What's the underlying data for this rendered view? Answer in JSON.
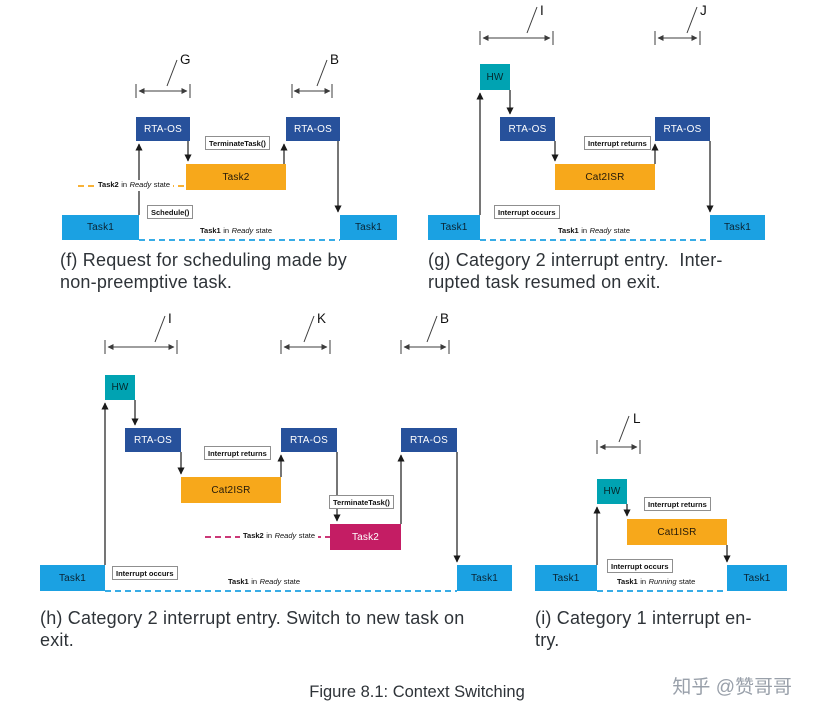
{
  "figure": {
    "caption": "Figure 8.1: Context Switching",
    "watermark": "知乎 @赞哥哥"
  },
  "labels": {
    "task1": "Task1",
    "task2": "Task2",
    "rtaos": "RTA-OS",
    "hw": "HW",
    "cat2isr": "Cat2ISR",
    "cat1isr": "Cat1ISR",
    "schedule": "Schedule()",
    "terminate_task": "TerminateTask()",
    "interrupt_occurs": "Interrupt occurs",
    "interrupt_returns": "Interrupt returns"
  },
  "states": {
    "task2_ready": {
      "task": "Task2",
      "conn": "in",
      "state": "Ready",
      "suffix": "state"
    },
    "task1_ready": {
      "task": "Task1",
      "conn": "in",
      "state": "Ready",
      "suffix": "state"
    },
    "task1_running": {
      "task": "Task1",
      "conn": "in",
      "state": "Running",
      "suffix": "state"
    }
  },
  "markers": {
    "g": "G",
    "b": "B",
    "i": "I",
    "j": "J",
    "k": "K",
    "l": "L"
  },
  "captions": {
    "f": "(f) Request for scheduling made by\nnon-preemptive task.",
    "g": "(g) Category 2 interrupt entry.  Inter-\nrupted task resumed on exit.",
    "h": "(h) Category 2 interrupt entry. Switch to new task on\nexit.",
    "i": "(i) Category 1 interrupt en-\ntry."
  },
  "colors": {
    "task_blue": "#1ba1e2",
    "os_navy": "#27519b",
    "isr_orange": "#f7a81b",
    "hw_teal": "#00a3b2",
    "task_magenta": "#c41d64"
  }
}
